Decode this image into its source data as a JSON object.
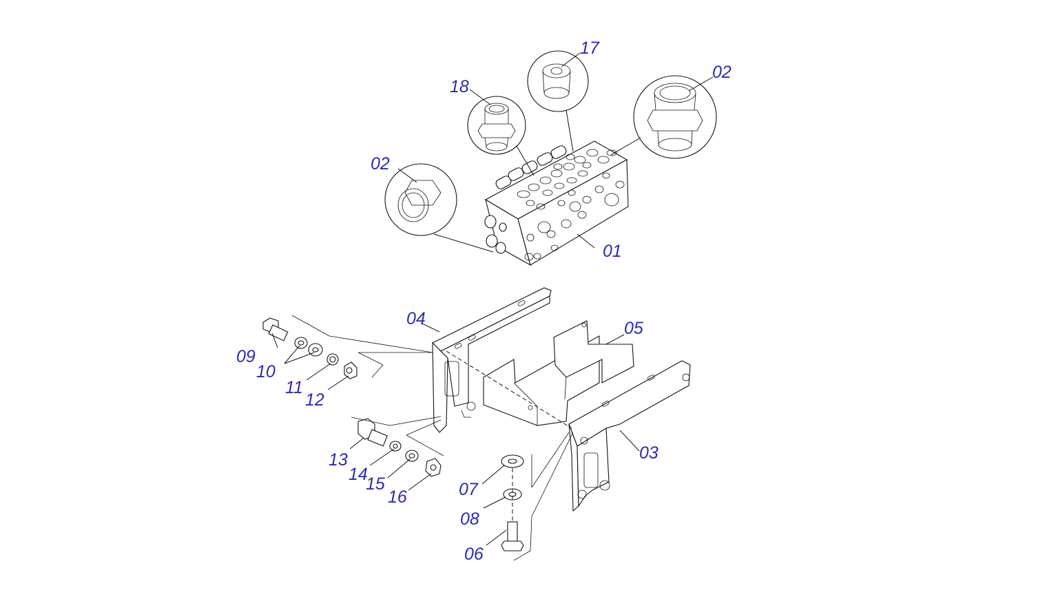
{
  "callouts": {
    "c01": "01",
    "c02a": "02",
    "c02b": "02",
    "c03": "03",
    "c04": "04",
    "c05": "05",
    "c06": "06",
    "c07": "07",
    "c08": "08",
    "c09": "09",
    "c10": "10",
    "c11": "11",
    "c12": "12",
    "c13": "13",
    "c14": "14",
    "c15": "15",
    "c16": "16",
    "c17": "17",
    "c18": "18"
  },
  "colors": {
    "callout_text": "#2a2ab8",
    "line": "#111111",
    "background": "#ffffff"
  }
}
